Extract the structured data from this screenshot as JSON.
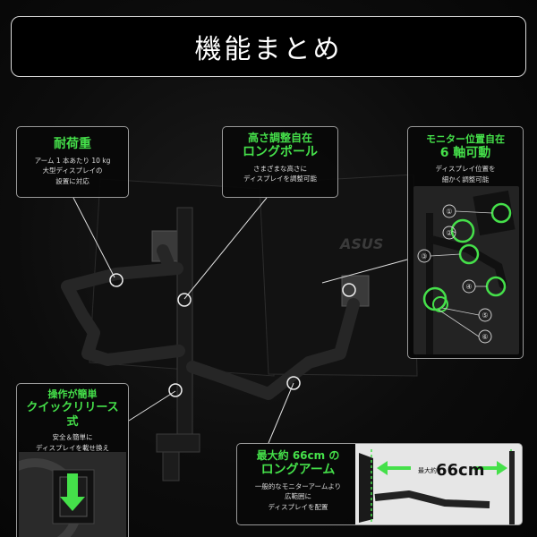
{
  "banner": {
    "title": "機能まとめ"
  },
  "brand": {
    "monitor_logo": "ASUS"
  },
  "colors": {
    "accent_green": "#45e04a",
    "border_gray": "#9a9a9a",
    "background": "#0c0c0c"
  },
  "callouts": {
    "load": {
      "title": "耐荷重",
      "lines": [
        "アーム 1 本あたり 10 kg",
        "大型ディスプレイの",
        "設置に対応"
      ]
    },
    "pole": {
      "title_line1": "高さ調整自在",
      "title_line2": "ロングポール",
      "lines": [
        "さまざまな高さに",
        "ディスプレイを調整可能"
      ]
    },
    "axis": {
      "title_line1": "モニター位置自在",
      "title_line2": "6 軸可動",
      "lines": [
        "ディスプレイ位置を",
        "細かく調整可能"
      ],
      "markers": [
        "①",
        "②",
        "③",
        "④",
        "⑤",
        "⑥"
      ]
    },
    "quick": {
      "title_line1": "操作が簡単",
      "title_line2": "クイックリリース式",
      "lines": [
        "安全＆簡単に",
        "ディスプレイを載せ換え"
      ]
    },
    "long": {
      "title_line1": "最大約 66cm の",
      "title_line2": "ロングアーム",
      "lines": [
        "一般的なモニターアームより",
        "広範囲に",
        "ディスプレイを配置"
      ],
      "dim_prefix": "最大約",
      "dim_value": "66cm"
    }
  }
}
